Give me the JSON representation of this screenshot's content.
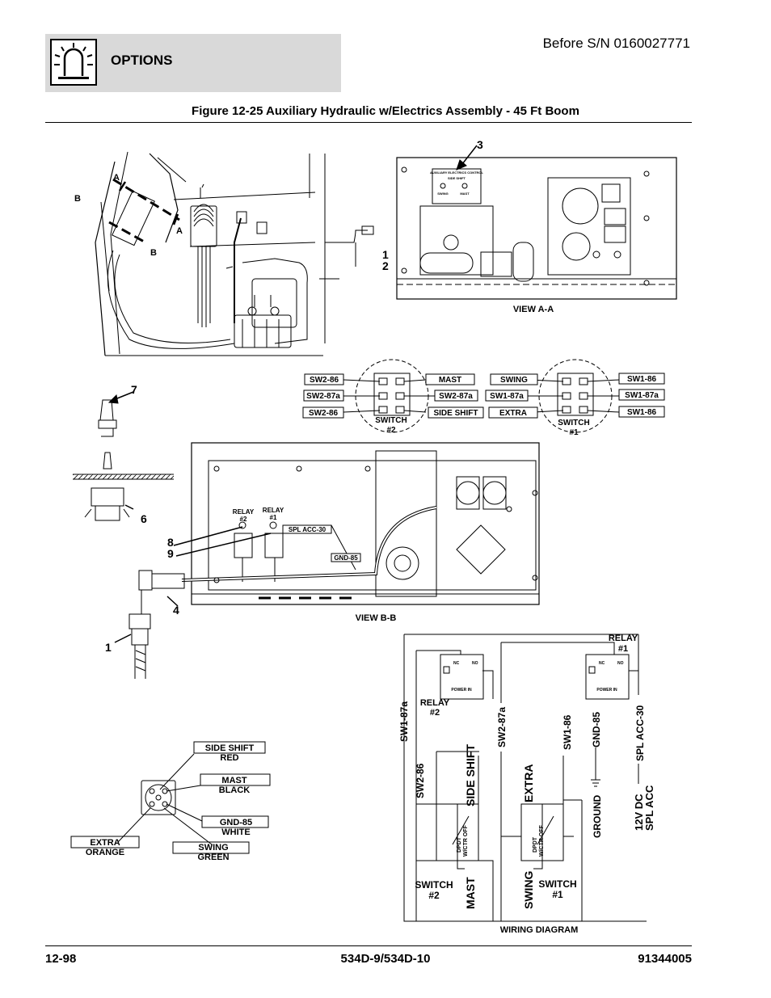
{
  "header": {
    "section": "OPTIONS",
    "serial": "Before S/N 0160027771",
    "icon": "light-beacon-icon"
  },
  "figure": {
    "title": "Figure 12-25 Auxiliary Hydraulic w/Electrics Assembly - 45 Ft Boom"
  },
  "view_labels": {
    "a": "A",
    "b": "B",
    "view_aa": "VIEW A-A",
    "view_bb": "VIEW B-B",
    "wiring": "WIRING DIAGRAM"
  },
  "callouts": {
    "c1": "1",
    "c2": "2",
    "c3": "3",
    "c4": "4",
    "c6": "6",
    "c7": "7",
    "c8": "8",
    "c9": "9"
  },
  "panel": {
    "title": "AUXILIARY ELECTRICS CONTROL",
    "sub": "SIDE SHIFT",
    "swing": "SWING",
    "mast": "MAST"
  },
  "switch2": {
    "l1": "SW2-86",
    "l2": "SW2-87a",
    "l3": "SW2-86",
    "r1": "MAST",
    "r2": "SW2-87a",
    "r3": "SIDE SHIFT",
    "name": "SWITCH",
    "num": "#2"
  },
  "switch1": {
    "l1": "SWING",
    "l2": "SW1-87a",
    "l3": "EXTRA",
    "r1": "SW1-86",
    "r2": "SW1-87a",
    "r3": "SW1-86",
    "name": "SWITCH",
    "num": "#1"
  },
  "viewbb": {
    "relay2": "RELAY",
    "relay2n": "#2",
    "relay1": "RELAY",
    "relay1n": "#1",
    "spl": "SPL ACC-30",
    "gnd": "GND-85"
  },
  "connector": {
    "side_shift": "SIDE SHIFT",
    "side_shift_color": "RED",
    "mast": "MAST",
    "mast_color": "BLACK",
    "gnd": "GND-85",
    "gnd_color": "WHITE",
    "extra": "EXTRA",
    "extra_color": "ORANGE",
    "swing": "SWING",
    "swing_color": "GREEN"
  },
  "wiring": {
    "relay1": "RELAY",
    "relay1n": "#1",
    "relay2": "RELAY",
    "relay2n": "#2",
    "nc": "NC",
    "no": "NO",
    "power_in": "POWER IN",
    "sw1_87a": "SW1-87a",
    "sw2_86": "SW2-86",
    "side_shift": "SIDE SHIFT",
    "sw2_87a": "SW2-87a",
    "extra": "EXTRA",
    "sw1_86": "SW1-86",
    "gnd85": "GND-85",
    "ground": "GROUND",
    "splacc30": "SPL ACC-30",
    "dc": "12V DC",
    "splacc": "SPL ACC",
    "mast": "MAST",
    "swing": "SWING",
    "dpdt": "DPDT",
    "wctr": "W/CTR OFF",
    "switch2": "SWITCH",
    "switch2n": "#2",
    "switch1": "SWITCH",
    "switch1n": "#1"
  },
  "footer": {
    "page": "12-98",
    "model": "534D-9/534D-10",
    "doc": "91344005"
  }
}
